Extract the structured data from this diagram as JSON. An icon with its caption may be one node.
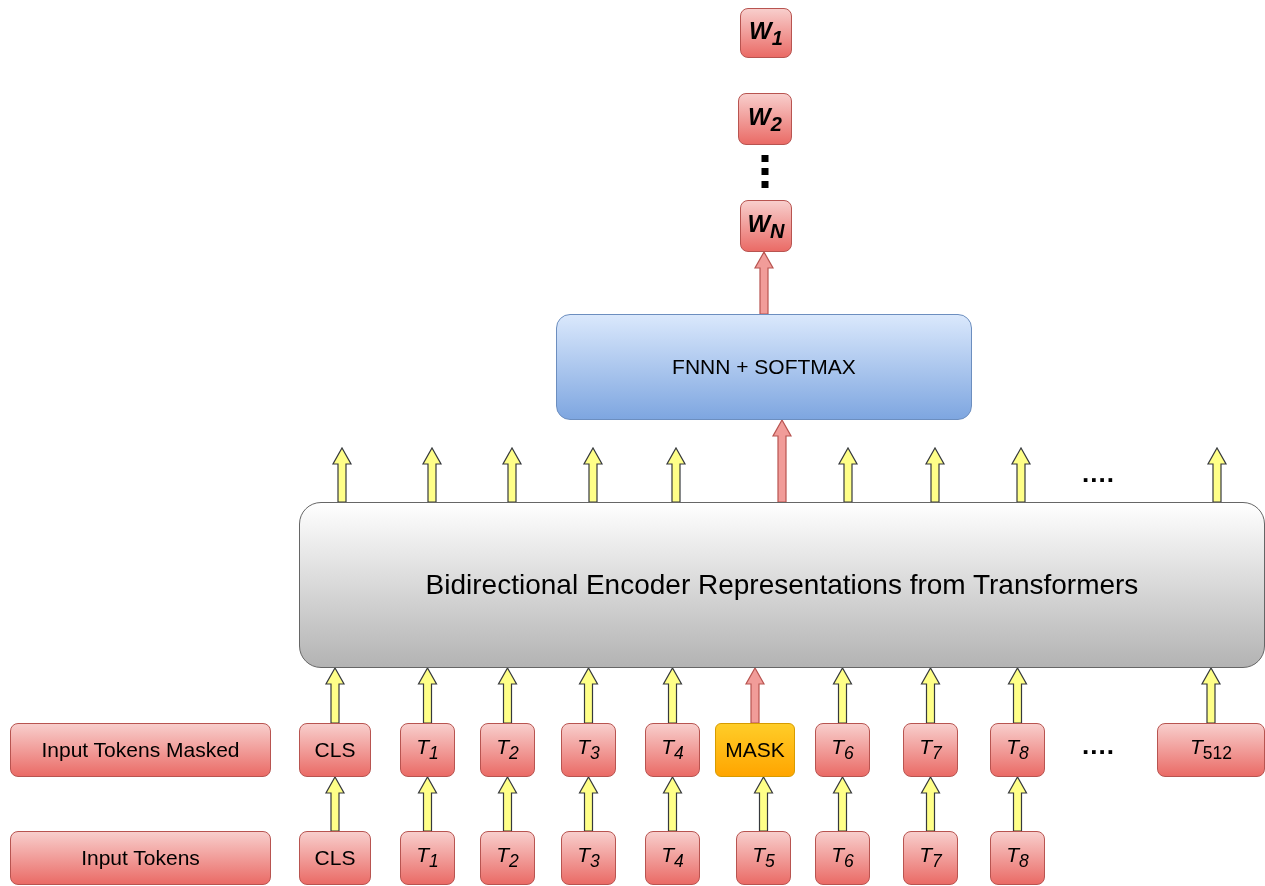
{
  "diagram": {
    "nodes": [
      {
        "text": [
          "W$_{1}$"
        ]
      },
      {
        "text": [
          "W$_{2}$"
        ]
      },
      {
        "text": [
          "W$_{N}$"
        ]
      },
      {
        "text": [
          "FNNN + SOFTMAX"
        ]
      },
      {
        "text": [
          "Bidirectional Encoder Representations from Transformers"
        ]
      },
      {
        "text": [
          "Input Tokens Masked"
        ]
      },
      {
        "text": [
          "CLS"
        ]
      },
      {
        "text": [
          "T$_{1}$"
        ]
      },
      {
        "text": [
          "T$_{2}$"
        ]
      },
      {
        "text": [
          "T$_{3}$"
        ]
      },
      {
        "text": [
          "T$_{4}$"
        ]
      },
      {
        "text": [
          "MASK"
        ]
      },
      {
        "text": [
          "T$_{6}$"
        ]
      },
      {
        "text": [
          "T$_{7}$"
        ]
      },
      {
        "text": [
          "T$_{8}$"
        ]
      },
      {
        "text": [
          "*T*$_{512}$"
        ]
      },
      {
        "text": [
          "Input Tokens"
        ]
      },
      {
        "text": [
          "CLS"
        ]
      },
      {
        "text": [
          "T$_{1}$"
        ]
      },
      {
        "text": [
          "T$_{2}$"
        ]
      },
      {
        "text": [
          "T$_{3}$"
        ]
      },
      {
        "text": [
          "T$_{4}$"
        ]
      },
      {
        "text": [
          "T$_{5}$"
        ]
      },
      {
        "text": [
          "T$_{6}$"
        ]
      },
      {
        "text": [
          "T$_{7}$"
        ]
      },
      {
        "text": [
          "T$_{8}$"
        ]
      }
    ],
    "edges": [
      {
        "from": 1,
        "to": 2,
        "arrow": "none",
        "style": "dashed",
        "color": "#000000"
      },
      {
        "from": 3,
        "to": 2,
        "arrow": "to",
        "color": "#f19c99"
      },
      {
        "from": 4,
        "to": null,
        "arrow": "to"
      },
      {
        "from": 4,
        "to": null,
        "arrow": "to"
      },
      {
        "from": 4,
        "to": null,
        "arrow": "to"
      },
      {
        "from": 4,
        "to": null,
        "arrow": "to"
      },
      {
        "from": 4,
        "to": null,
        "arrow": "to"
      },
      {
        "from": 4,
        "to": 3,
        "arrow": "to",
        "color": "#f19c99"
      },
      {
        "from": 4,
        "to": null,
        "arrow": "to"
      },
      {
        "from": 4,
        "to": null,
        "arrow": "to"
      },
      {
        "from": 4,
        "to": null,
        "arrow": "to"
      },
      {
        "from": 4,
        "to": null,
        "arrow": "to"
      },
      {
        "from": 6,
        "to": 4,
        "arrow": "to"
      },
      {
        "from": 7,
        "to": 4,
        "arrow": "to"
      },
      {
        "from": 8,
        "to": 4,
        "arrow": "to"
      },
      {
        "from": 9,
        "to": 4,
        "arrow": "to"
      },
      {
        "from": 10,
        "to": 4,
        "arrow": "to"
      },
      {
        "from": 11,
        "to": 4,
        "arrow": "to",
        "color": "#f19c99"
      },
      {
        "from": 12,
        "to": 4,
        "arrow": "to"
      },
      {
        "from": 13,
        "to": 4,
        "arrow": "to"
      },
      {
        "from": 14,
        "to": 4,
        "arrow": "to"
      },
      {
        "from": 15,
        "to": 4,
        "arrow": "to"
      },
      {
        "from": 17,
        "to": 6,
        "arrow": "to"
      },
      {
        "from": 18,
        "to": 7,
        "arrow": "to"
      },
      {
        "from": 19,
        "to": 8,
        "arrow": "to"
      },
      {
        "from": 20,
        "to": 9,
        "arrow": "to"
      },
      {
        "from": 21,
        "to": 10,
        "arrow": "to"
      },
      {
        "from": 22,
        "to": 11,
        "arrow": "to"
      },
      {
        "from": 23,
        "to": 12,
        "arrow": "to"
      },
      {
        "from": 24,
        "to": 13,
        "arrow": "to"
      },
      {
        "from": 25,
        "to": 14,
        "arrow": "to"
      }
    ],
    "labels": [
      "....",
      "...."
    ]
  }
}
